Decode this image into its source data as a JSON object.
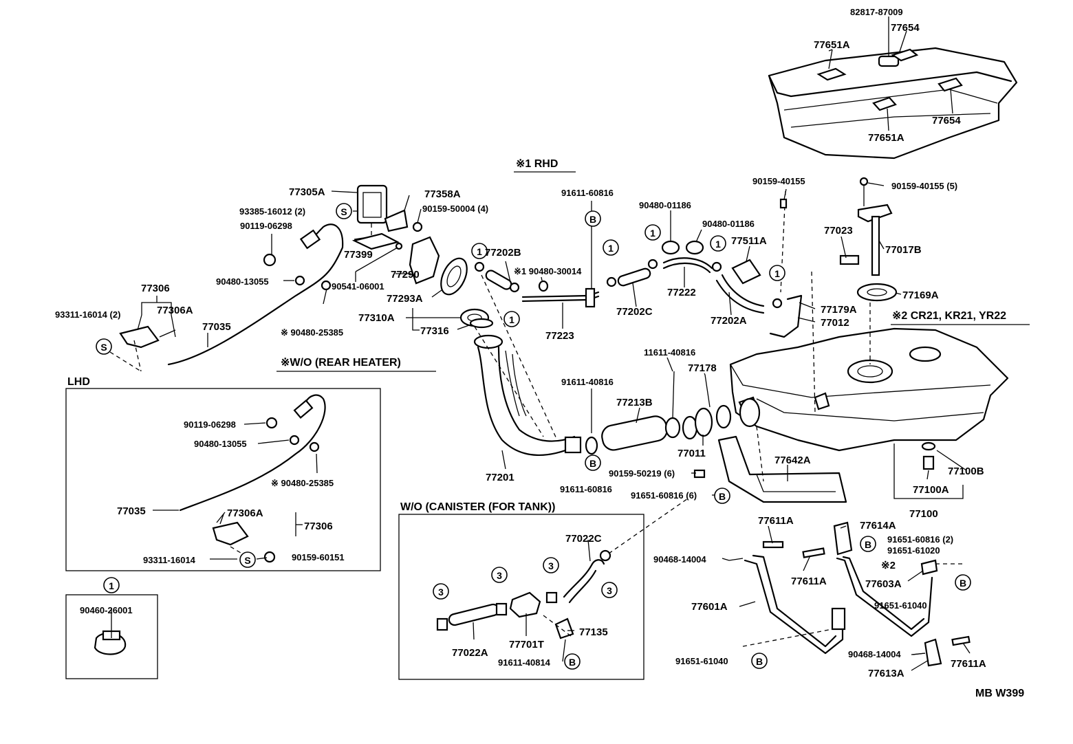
{
  "headers": {
    "rhd": "※1 RHD",
    "rear_heater": "※W/O (REAR  HEATER)",
    "lhd": "LHD",
    "canister": "W/O (CANISTER (FOR  TANK))",
    "variants": "※2 CR21, KR21, YR22",
    "box1": "①"
  },
  "callouts": [
    {
      "text": "82817-87009"
    },
    {
      "text": "77654"
    },
    {
      "text": "77651A"
    },
    {
      "text": "77654"
    },
    {
      "text": "77651A"
    },
    {
      "text": "77305A"
    },
    {
      "text": "77358A"
    },
    {
      "text": "93385-16012 (2)"
    },
    {
      "text": "90159-50004 (4)"
    },
    {
      "text": "90119-06298"
    },
    {
      "text": "77399"
    },
    {
      "text": "77290"
    },
    {
      "text": "90480-13055"
    },
    {
      "text": "90541-06001"
    },
    {
      "text": "77293A"
    },
    {
      "text": "77306"
    },
    {
      "text": "77306A"
    },
    {
      "text": "93311-16014 (2)"
    },
    {
      "text": "77035"
    },
    {
      "text": "※ 90480-25385"
    },
    {
      "text": "91611-60816"
    },
    {
      "text": "77202B"
    },
    {
      "text": "※1 90480-30014"
    },
    {
      "text": "77310A"
    },
    {
      "text": "77316"
    },
    {
      "text": "77223"
    },
    {
      "text": "77202C"
    },
    {
      "text": "90480-01186"
    },
    {
      "text": "90480-01186"
    },
    {
      "text": "77222"
    },
    {
      "text": "77511A"
    },
    {
      "text": "77202A"
    },
    {
      "text": "90159-40155"
    },
    {
      "text": "77179A"
    },
    {
      "text": "77012"
    },
    {
      "text": "90159-40155 (5)"
    },
    {
      "text": "77023"
    },
    {
      "text": "77017B"
    },
    {
      "text": "77169A"
    },
    {
      "text": "11611-40816"
    },
    {
      "text": "77178"
    },
    {
      "text": "91611-40816"
    },
    {
      "text": "77213B"
    },
    {
      "text": "77011"
    },
    {
      "text": "77201"
    },
    {
      "text": "91611-60816"
    },
    {
      "text": "90159-50219 (6)"
    },
    {
      "text": "77642A"
    },
    {
      "text": "91651-60816 (6)"
    },
    {
      "text": "77100B"
    },
    {
      "text": "77100A"
    },
    {
      "text": "77100"
    },
    {
      "text": "90119-06298"
    },
    {
      "text": "90480-13055"
    },
    {
      "text": "※ 90480-25385"
    },
    {
      "text": "77035"
    },
    {
      "text": "77306A"
    },
    {
      "text": "77306"
    },
    {
      "text": "93311-16014"
    },
    {
      "text": "90159-60151"
    },
    {
      "text": "90460-26001"
    },
    {
      "text": "77022C"
    },
    {
      "text": "77022A"
    },
    {
      "text": "77701T"
    },
    {
      "text": "77135"
    },
    {
      "text": "91611-40814"
    },
    {
      "text": "77611A"
    },
    {
      "text": "77614A"
    },
    {
      "text": "90468-14004"
    },
    {
      "text": "91651-60816 (2)"
    },
    {
      "text": "91651-61020"
    },
    {
      "text": "77611A"
    },
    {
      "text": "※2"
    },
    {
      "text": "77603A"
    },
    {
      "text": "77601A"
    },
    {
      "text": "91651-61040"
    },
    {
      "text": "91651-61040"
    },
    {
      "text": "90468-14004"
    },
    {
      "text": "77613A"
    },
    {
      "text": "77611A"
    }
  ],
  "markers": {
    "one": "1",
    "three": "3",
    "b": "B",
    "s": "S"
  },
  "footer": "MB  W399"
}
